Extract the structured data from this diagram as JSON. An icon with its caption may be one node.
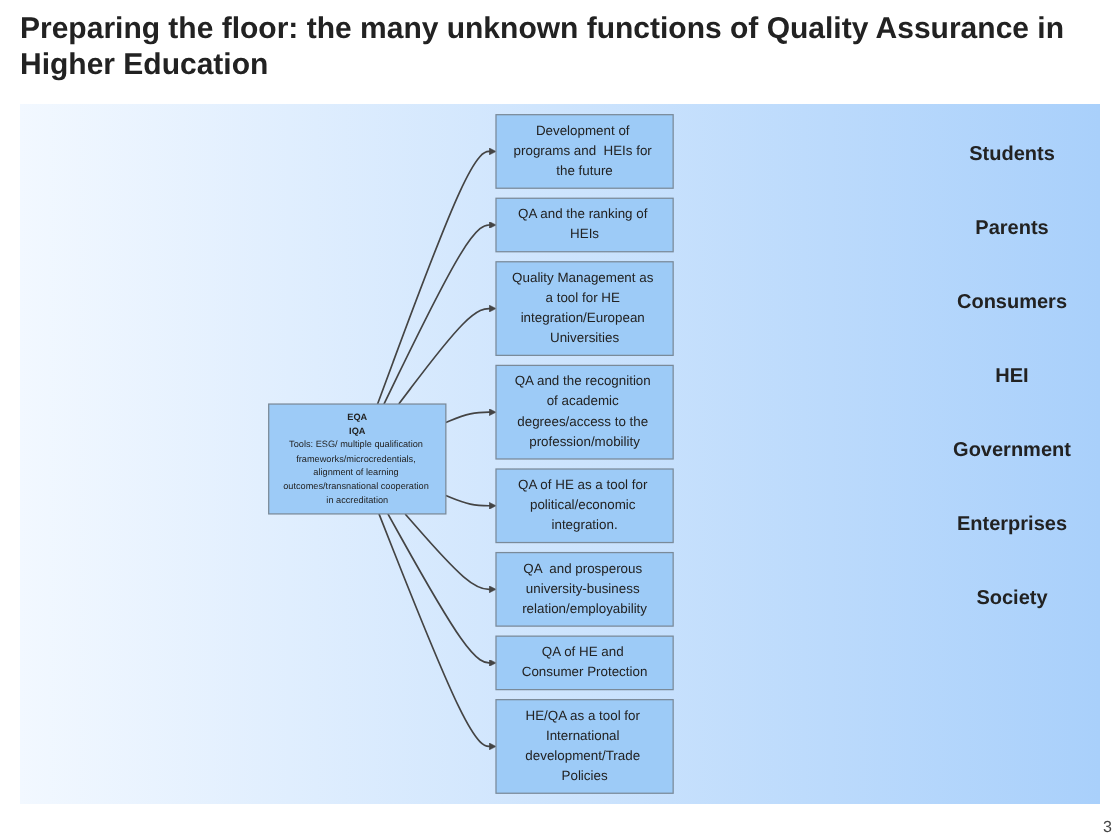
{
  "diagram": {
    "title": "Preparing the floor:  the many unknown functions of Quality Assurance in Higher Education",
    "nodes": [
      {
        "text": [
          "EQA",
          "IQA",
          "Tools: ESG/ multiple qualification frameworks/microcredentials, alignment of learning outcomes/transnational cooperation in accreditation"
        ]
      },
      {
        "text": [
          "Development of programs and  HEIs for the future"
        ]
      },
      {
        "text": [
          "QA and the ranking of HEIs"
        ]
      },
      {
        "text": [
          "Quality Management as a tool for HE integration/European Universities"
        ]
      },
      {
        "text": [
          "QA and the recognition of academic degrees/access to the profession/mobility"
        ]
      },
      {
        "text": [
          "QA of HE as a tool for political/economic integration."
        ]
      },
      {
        "text": [
          "QA  and prosperous university-business relation/employability"
        ]
      },
      {
        "text": [
          "QA of HE and Consumer Protection"
        ]
      },
      {
        "text": [
          "HE/QA as a tool for International development/Trade Policies"
        ]
      }
    ],
    "edges": [
      {
        "from": 0,
        "to": 1,
        "arrow": "to"
      },
      {
        "from": 0,
        "to": 2,
        "arrow": "to"
      },
      {
        "from": 0,
        "to": 3,
        "arrow": "to"
      },
      {
        "from": 0,
        "to": 4,
        "arrow": "to"
      },
      {
        "from": 0,
        "to": 5,
        "arrow": "to"
      },
      {
        "from": 0,
        "to": 6,
        "arrow": "to"
      },
      {
        "from": 0,
        "to": 7,
        "arrow": "to"
      },
      {
        "from": 0,
        "to": 8,
        "arrow": "to"
      }
    ],
    "labels": [
      "Students",
      "Parents",
      "Consumers",
      "HEI",
      "Government",
      "Enterprises",
      "Society",
      "3"
    ]
  }
}
